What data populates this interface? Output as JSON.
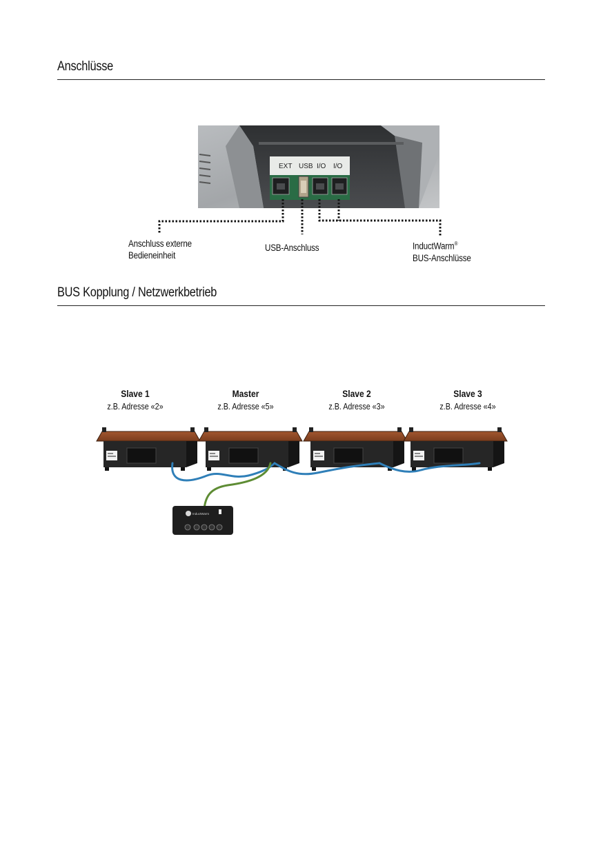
{
  "section1": {
    "title": "Anschlüsse",
    "port_labels": [
      "EXT",
      "USB",
      "I/O",
      "I/O"
    ],
    "captions": {
      "external": "Anschluss externe",
      "external_2": "Bedieneinheit",
      "usb": "USB-Anschluss",
      "bus": "InductWarm",
      "bus_mark": "®",
      "bus_2": "BUS-Anschlüsse"
    }
  },
  "section2": {
    "title": "BUS Kopplung / Netzwerkbetrieb",
    "devices": [
      {
        "name": "Slave 1",
        "address": "z.B. Adresse «2»"
      },
      {
        "name": "Master",
        "address": "z.B. Adresse «5»"
      },
      {
        "name": "Slave 2",
        "address": "z.B. Adresse «3»"
      },
      {
        "name": "Slave 3",
        "address": "z.B. Adresse «4»"
      }
    ],
    "remote_brand": "InductWarm",
    "cable_colors": {
      "bus": "#2f7fb8",
      "external": "#5e8c34"
    }
  }
}
